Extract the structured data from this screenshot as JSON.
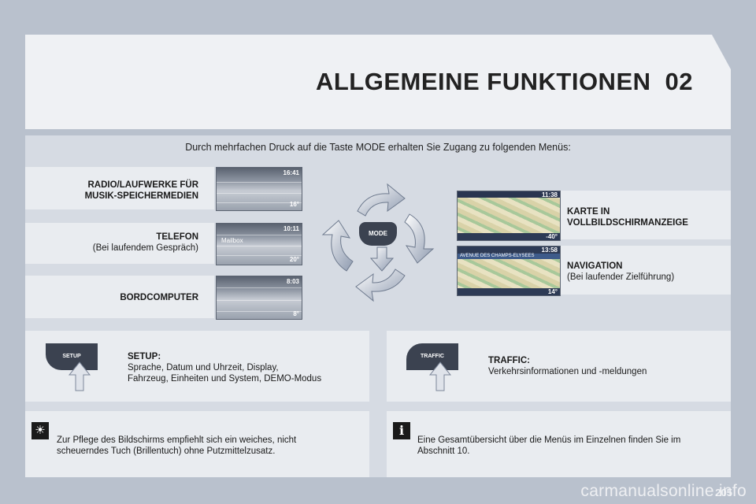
{
  "header": {
    "title": "ALLGEMEINE FUNKTIONEN",
    "chapter": "02"
  },
  "intro": "Durch mehrfachen Druck auf die Taste MODE erhalten Sie Zugang zu folgenden Menüs:",
  "menus_left": [
    {
      "title": "RADIO/LAUFWERKE  FÜR",
      "title2": "MUSIK-SPEICHERMEDIEN",
      "subtitle": ""
    },
    {
      "title": "TELEFON",
      "subtitle": "(Bei laufendem Gespräch)"
    },
    {
      "title": "BORDCOMPUTER",
      "subtitle": ""
    }
  ],
  "menus_right": [
    {
      "title": "KARTE IN",
      "title2": "VOLLBILDSCHIRMANZEIGE",
      "subtitle": ""
    },
    {
      "title": "NAVIGATION",
      "subtitle": "(Bei laufender Zielführung)"
    }
  ],
  "screens": {
    "radio_time": "16:41",
    "phone_time": "10:11",
    "trip_time": "8:03",
    "map_time": "11:38",
    "nav_time": "13:58",
    "phone_row": "Mailbox",
    "nav_street": "AVENUE DES CHAMPS-ELYSEES",
    "temps": [
      "16°",
      "20°",
      "8°",
      "-40°",
      "14°"
    ]
  },
  "mode_button": {
    "label": "MODE"
  },
  "setup": {
    "button_label": "SETUP",
    "title": "SETUP:",
    "line1": "Sprache, Datum und Uhrzeit, Display,",
    "line2": "Fahrzeug, Einheiten und System, DEMO-Modus"
  },
  "traffic": {
    "button_label": "TRAFFIC",
    "title": "TRAFFIC:",
    "text": "Verkehrsinformationen und -meldungen"
  },
  "notes": {
    "care_line1": "Zur Pflege des Bildschirms empfiehlt sich ein weiches, nicht",
    "care_line2": "scheuerndes Tuch (Brillentuch) ohne Putzmittelzusatz.",
    "info_line1": "Eine Gesamtübersicht über die Menüs im Einzelnen finden Sie im",
    "info_line2": "Abschnitt 10."
  },
  "icons": {
    "care": "sun-care-icon",
    "info": "info-icon"
  },
  "page_number": "205",
  "watermark": "carmanualsonline.info"
}
